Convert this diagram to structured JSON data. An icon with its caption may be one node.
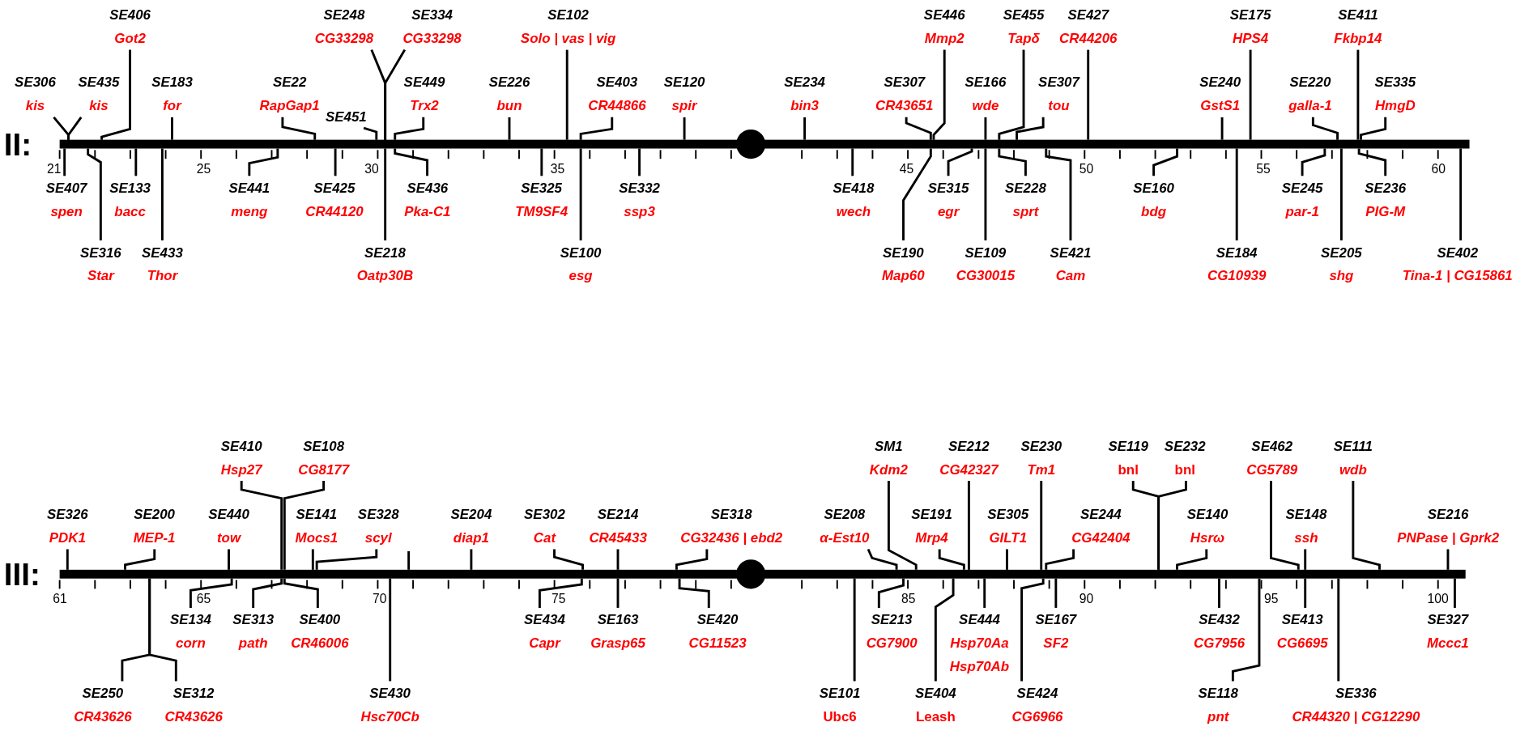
{
  "diagram": {
    "nodes": [
      {
        "text": [],
        "shape": "bar",
        "beside": [
          "II:"
        ]
      },
      {
        "text": [],
        "shape": "bar",
        "beside": [
          "III:"
        ]
      },
      {
        "text": [
          "SE406",
          "Got2"
        ]
      },
      {
        "text": [
          "SE248",
          "CG33298"
        ]
      },
      {
        "text": [
          "SE334",
          "CG33298"
        ]
      },
      {
        "text": [
          "SE102",
          "Solo | vas | vig"
        ]
      },
      {
        "text": [
          "SE446",
          "Mmp2"
        ]
      },
      {
        "text": [
          "SE455",
          "Tapδ"
        ]
      },
      {
        "text": [
          "SE427",
          "CR44206"
        ]
      },
      {
        "text": [
          "SE175",
          "HPS4"
        ]
      },
      {
        "text": [
          "SE411",
          "Fkbp14"
        ]
      },
      {
        "text": [
          "SE306",
          "kis"
        ]
      },
      {
        "text": [
          "SE435",
          "kis"
        ]
      },
      {
        "text": [
          "SE183",
          "for"
        ]
      },
      {
        "text": [
          "SE22",
          "RapGap1"
        ]
      },
      {
        "text": [
          "SE451"
        ]
      },
      {
        "text": [
          "SE449",
          "Trx2"
        ]
      },
      {
        "text": [
          "SE226",
          "bun"
        ]
      },
      {
        "text": [
          "SE403",
          "CR44866"
        ]
      },
      {
        "text": [
          "SE120",
          "spir"
        ]
      },
      {
        "text": [
          "SE234",
          "bin3"
        ]
      },
      {
        "text": [
          "SE307",
          "CR43651"
        ]
      },
      {
        "text": [
          "SE166",
          "wde"
        ]
      },
      {
        "text": [
          "SE307",
          "tou"
        ]
      },
      {
        "text": [
          "SE240",
          "GstS1"
        ]
      },
      {
        "text": [
          "SE220",
          "galla-1"
        ]
      },
      {
        "text": [
          "SE335",
          "HmgD"
        ]
      },
      {
        "text": [
          "SE407",
          "spen"
        ]
      },
      {
        "text": [
          "SE133",
          "bacc"
        ]
      },
      {
        "text": [
          "SE441",
          "meng"
        ]
      },
      {
        "text": [
          "SE425",
          "CR44120"
        ]
      },
      {
        "text": [
          "SE436",
          "Pka-C1"
        ]
      },
      {
        "text": [
          "SE325",
          "TM9SF4"
        ]
      },
      {
        "text": [
          "SE332",
          "ssp3"
        ]
      },
      {
        "text": [
          "SE418",
          "wech"
        ]
      },
      {
        "text": [
          "SE315",
          "egr"
        ]
      },
      {
        "text": [
          "SE228",
          "sprt"
        ]
      },
      {
        "text": [
          "SE160",
          "bdg"
        ]
      },
      {
        "text": [
          "SE245",
          "par-1"
        ]
      },
      {
        "text": [
          "SE236",
          "PIG-M"
        ]
      },
      {
        "text": [
          "SE316",
          "Star"
        ]
      },
      {
        "text": [
          "SE433",
          "Thor"
        ]
      },
      {
        "text": [
          "SE218",
          "Oatp30B"
        ]
      },
      {
        "text": [
          "SE100",
          "esg"
        ]
      },
      {
        "text": [
          "SE190",
          "Map60"
        ]
      },
      {
        "text": [
          "SE109",
          "CG30015"
        ]
      },
      {
        "text": [
          "SE421",
          "Cam"
        ]
      },
      {
        "text": [
          "SE184",
          "CG10939"
        ]
      },
      {
        "text": [
          "SE205",
          "shg"
        ]
      },
      {
        "text": [
          "SE402",
          "Tina-1 | CG15861"
        ]
      },
      {
        "text": [
          "SE410",
          "Hsp27"
        ]
      },
      {
        "text": [
          "SE108",
          "CG8177"
        ]
      },
      {
        "text": [
          "SM1",
          "Kdm2"
        ]
      },
      {
        "text": [
          "SE212",
          "CG42327"
        ]
      },
      {
        "text": [
          "SE230",
          "Tm1"
        ]
      },
      {
        "text": [
          "SE119",
          "bnl"
        ]
      },
      {
        "text": [
          "SE232",
          "bnl"
        ]
      },
      {
        "text": [
          "SE462",
          "CG5789"
        ]
      },
      {
        "text": [
          "SE111",
          "wdb"
        ]
      },
      {
        "text": [
          "SE326",
          "PDK1"
        ]
      },
      {
        "text": [
          "SE200",
          "MEP-1"
        ]
      },
      {
        "text": [
          "SE440",
          "tow"
        ]
      },
      {
        "text": [
          "SE141",
          "Mocs1"
        ]
      },
      {
        "text": [
          "SE328",
          "scyl"
        ]
      },
      {
        "text": [
          "SE204",
          "diap1"
        ]
      },
      {
        "text": [
          "SE302",
          "Cat"
        ]
      },
      {
        "text": [
          "SE214",
          "CR45433"
        ]
      },
      {
        "text": [
          "SE318",
          "CG32436 | ebd2"
        ]
      },
      {
        "text": [
          "SE208",
          "α-Est10"
        ]
      },
      {
        "text": [
          "SE191",
          "Mrp4"
        ]
      },
      {
        "text": [
          "SE305",
          "GILT1"
        ]
      },
      {
        "text": [
          "SE244",
          "CG42404"
        ]
      },
      {
        "text": [
          "SE140",
          "Hsrω"
        ]
      },
      {
        "text": [
          "SE148",
          "ssh"
        ]
      },
      {
        "text": [
          "SE216",
          "PNPase | Gprk2"
        ]
      },
      {
        "text": [
          "SE134",
          "corn"
        ]
      },
      {
        "text": [
          "SE313",
          "path"
        ]
      },
      {
        "text": [
          "SE400",
          "CR46006"
        ]
      },
      {
        "text": [
          "SE434",
          "Capr"
        ]
      },
      {
        "text": [
          "SE163",
          "Grasp65"
        ]
      },
      {
        "text": [
          "SE420",
          "CG11523"
        ]
      },
      {
        "text": [
          "SE213",
          "CG7900"
        ]
      },
      {
        "text": [
          "SE444",
          "Hsp70Aa",
          "Hsp70Ab"
        ]
      },
      {
        "text": [
          "SE167",
          "SF2"
        ]
      },
      {
        "text": [
          "SE432",
          "CG7956"
        ]
      },
      {
        "text": [
          "SE413",
          "CG6695"
        ]
      },
      {
        "text": [
          "SE327",
          "Mccc1"
        ]
      },
      {
        "text": [
          "SE250",
          "CR43626"
        ]
      },
      {
        "text": [
          "SE312",
          "CR43626"
        ]
      },
      {
        "text": [
          "SE430",
          "Hsc70Cb"
        ]
      },
      {
        "text": [
          "SE101",
          "Ubc6"
        ]
      },
      {
        "text": [
          "SE404",
          "Leash"
        ]
      },
      {
        "text": [
          "SE424",
          "CG6966"
        ]
      },
      {
        "text": [
          "SE118",
          "pnt"
        ]
      },
      {
        "text": [
          "SE336",
          "CR44320 | CG12290"
        ]
      }
    ],
    "edges": [
      {
        "from": 2,
        "to": 0,
        "arrow": "none"
      },
      {
        "from": 3,
        "to": 0,
        "arrow": "none"
      },
      {
        "from": 4,
        "to": 0,
        "arrow": "none"
      },
      {
        "from": 5,
        "to": 0,
        "arrow": "none"
      },
      {
        "from": 6,
        "to": 0,
        "arrow": "none"
      },
      {
        "from": 7,
        "to": 0,
        "arrow": "none"
      },
      {
        "from": 8,
        "to": 0,
        "arrow": "none"
      },
      {
        "from": 9,
        "to": 0,
        "arrow": "none"
      },
      {
        "from": 10,
        "to": 0,
        "arrow": "none"
      },
      {
        "from": 11,
        "to": 0,
        "arrow": "none"
      },
      {
        "from": 12,
        "to": 0,
        "arrow": "none"
      },
      {
        "from": 13,
        "to": 0,
        "arrow": "none"
      },
      {
        "from": 14,
        "to": 0,
        "arrow": "none"
      },
      {
        "from": 15,
        "to": 0,
        "arrow": "none"
      },
      {
        "from": 16,
        "to": 0,
        "arrow": "none"
      },
      {
        "from": 17,
        "to": 0,
        "arrow": "none"
      },
      {
        "from": 18,
        "to": 0,
        "arrow": "none"
      },
      {
        "from": 19,
        "to": 0,
        "arrow": "none"
      },
      {
        "from": 20,
        "to": 0,
        "arrow": "none"
      },
      {
        "from": 21,
        "to": 0,
        "arrow": "none"
      },
      {
        "from": 22,
        "to": 0,
        "arrow": "none"
      },
      {
        "from": 23,
        "to": 0,
        "arrow": "none"
      },
      {
        "from": 24,
        "to": 0,
        "arrow": "none"
      },
      {
        "from": 25,
        "to": 0,
        "arrow": "none"
      },
      {
        "from": 26,
        "to": 0,
        "arrow": "none"
      },
      {
        "from": 27,
        "to": 0,
        "arrow": "none"
      },
      {
        "from": 28,
        "to": 0,
        "arrow": "none"
      },
      {
        "from": 29,
        "to": 0,
        "arrow": "none"
      },
      {
        "from": 30,
        "to": 0,
        "arrow": "none"
      },
      {
        "from": 31,
        "to": 0,
        "arrow": "none"
      },
      {
        "from": 32,
        "to": 0,
        "arrow": "none"
      },
      {
        "from": 33,
        "to": 0,
        "arrow": "none"
      },
      {
        "from": 34,
        "to": 0,
        "arrow": "none"
      },
      {
        "from": 35,
        "to": 0,
        "arrow": "none"
      },
      {
        "from": 36,
        "to": 0,
        "arrow": "none"
      },
      {
        "from": 37,
        "to": 0,
        "arrow": "none"
      },
      {
        "from": 38,
        "to": 0,
        "arrow": "none"
      },
      {
        "from": 39,
        "to": 0,
        "arrow": "none"
      },
      {
        "from": 40,
        "to": 0,
        "arrow": "none"
      },
      {
        "from": 41,
        "to": 0,
        "arrow": "none"
      },
      {
        "from": 42,
        "to": 0,
        "arrow": "none"
      },
      {
        "from": 43,
        "to": 0,
        "arrow": "none"
      },
      {
        "from": 44,
        "to": 0,
        "arrow": "none"
      },
      {
        "from": 45,
        "to": 0,
        "arrow": "none"
      },
      {
        "from": 46,
        "to": 0,
        "arrow": "none"
      },
      {
        "from": 47,
        "to": 0,
        "arrow": "none"
      },
      {
        "from": 48,
        "to": 0,
        "arrow": "none"
      },
      {
        "from": 49,
        "to": 0,
        "arrow": "none"
      },
      {
        "from": 50,
        "to": 1,
        "arrow": "none"
      },
      {
        "from": 51,
        "to": 1,
        "arrow": "none"
      },
      {
        "from": 52,
        "to": 1,
        "arrow": "none"
      },
      {
        "from": 53,
        "to": 1,
        "arrow": "none"
      },
      {
        "from": 54,
        "to": 1,
        "arrow": "none"
      },
      {
        "from": 55,
        "to": 1,
        "arrow": "none"
      },
      {
        "from": 56,
        "to": 1,
        "arrow": "none"
      },
      {
        "from": 57,
        "to": 1,
        "arrow": "none"
      },
      {
        "from": 58,
        "to": 1,
        "arrow": "none"
      },
      {
        "from": 59,
        "to": 1,
        "arrow": "none"
      },
      {
        "from": 60,
        "to": 1,
        "arrow": "none"
      },
      {
        "from": 61,
        "to": 1,
        "arrow": "none"
      },
      {
        "from": 62,
        "to": 1,
        "arrow": "none"
      },
      {
        "from": 63,
        "to": 1,
        "arrow": "none"
      },
      {
        "from": 64,
        "to": 1,
        "arrow": "none"
      },
      {
        "from": 65,
        "to": 1,
        "arrow": "none"
      },
      {
        "from": 66,
        "to": 1,
        "arrow": "none"
      },
      {
        "from": 67,
        "to": 1,
        "arrow": "none"
      },
      {
        "from": 68,
        "to": 1,
        "arrow": "none"
      },
      {
        "from": 69,
        "to": 1,
        "arrow": "none"
      },
      {
        "from": 70,
        "to": 1,
        "arrow": "none"
      },
      {
        "from": 71,
        "to": 1,
        "arrow": "none"
      },
      {
        "from": 72,
        "to": 1,
        "arrow": "none"
      },
      {
        "from": 73,
        "to": 1,
        "arrow": "none"
      },
      {
        "from": 74,
        "to": 1,
        "arrow": "none"
      },
      {
        "from": 75,
        "to": 1,
        "arrow": "none"
      },
      {
        "from": 76,
        "to": 1,
        "arrow": "none"
      },
      {
        "from": 77,
        "to": 1,
        "arrow": "none"
      },
      {
        "from": 78,
        "to": 1,
        "arrow": "none"
      },
      {
        "from": 79,
        "to": 1,
        "arrow": "none"
      },
      {
        "from": 80,
        "to": 1,
        "arrow": "none"
      },
      {
        "from": 81,
        "to": 1,
        "arrow": "none"
      },
      {
        "from": 82,
        "to": 1,
        "arrow": "none"
      },
      {
        "from": 83,
        "to": 1,
        "arrow": "none"
      },
      {
        "from": 84,
        "to": 1,
        "arrow": "none"
      },
      {
        "from": 85,
        "to": 1,
        "arrow": "none"
      },
      {
        "from": 86,
        "to": 1,
        "arrow": "none"
      },
      {
        "from": 87,
        "to": 1,
        "arrow": "none"
      },
      {
        "from": 88,
        "to": 1,
        "arrow": "none"
      },
      {
        "from": 89,
        "to": 1,
        "arrow": "none"
      },
      {
        "from": 90,
        "to": 1,
        "arrow": "none"
      },
      {
        "from": 91,
        "to": 1,
        "arrow": "none"
      },
      {
        "from": 92,
        "to": 1,
        "arrow": "none"
      },
      {
        "from": 93,
        "to": 1,
        "arrow": "none"
      },
      {
        "from": 94,
        "to": 1,
        "arrow": "none"
      }
    ],
    "labels": [
      "21",
      "25",
      "30",
      "35",
      "45",
      "50",
      "55",
      "60",
      "61",
      "65",
      "70",
      "75",
      "85",
      "90",
      "95",
      "100"
    ]
  }
}
